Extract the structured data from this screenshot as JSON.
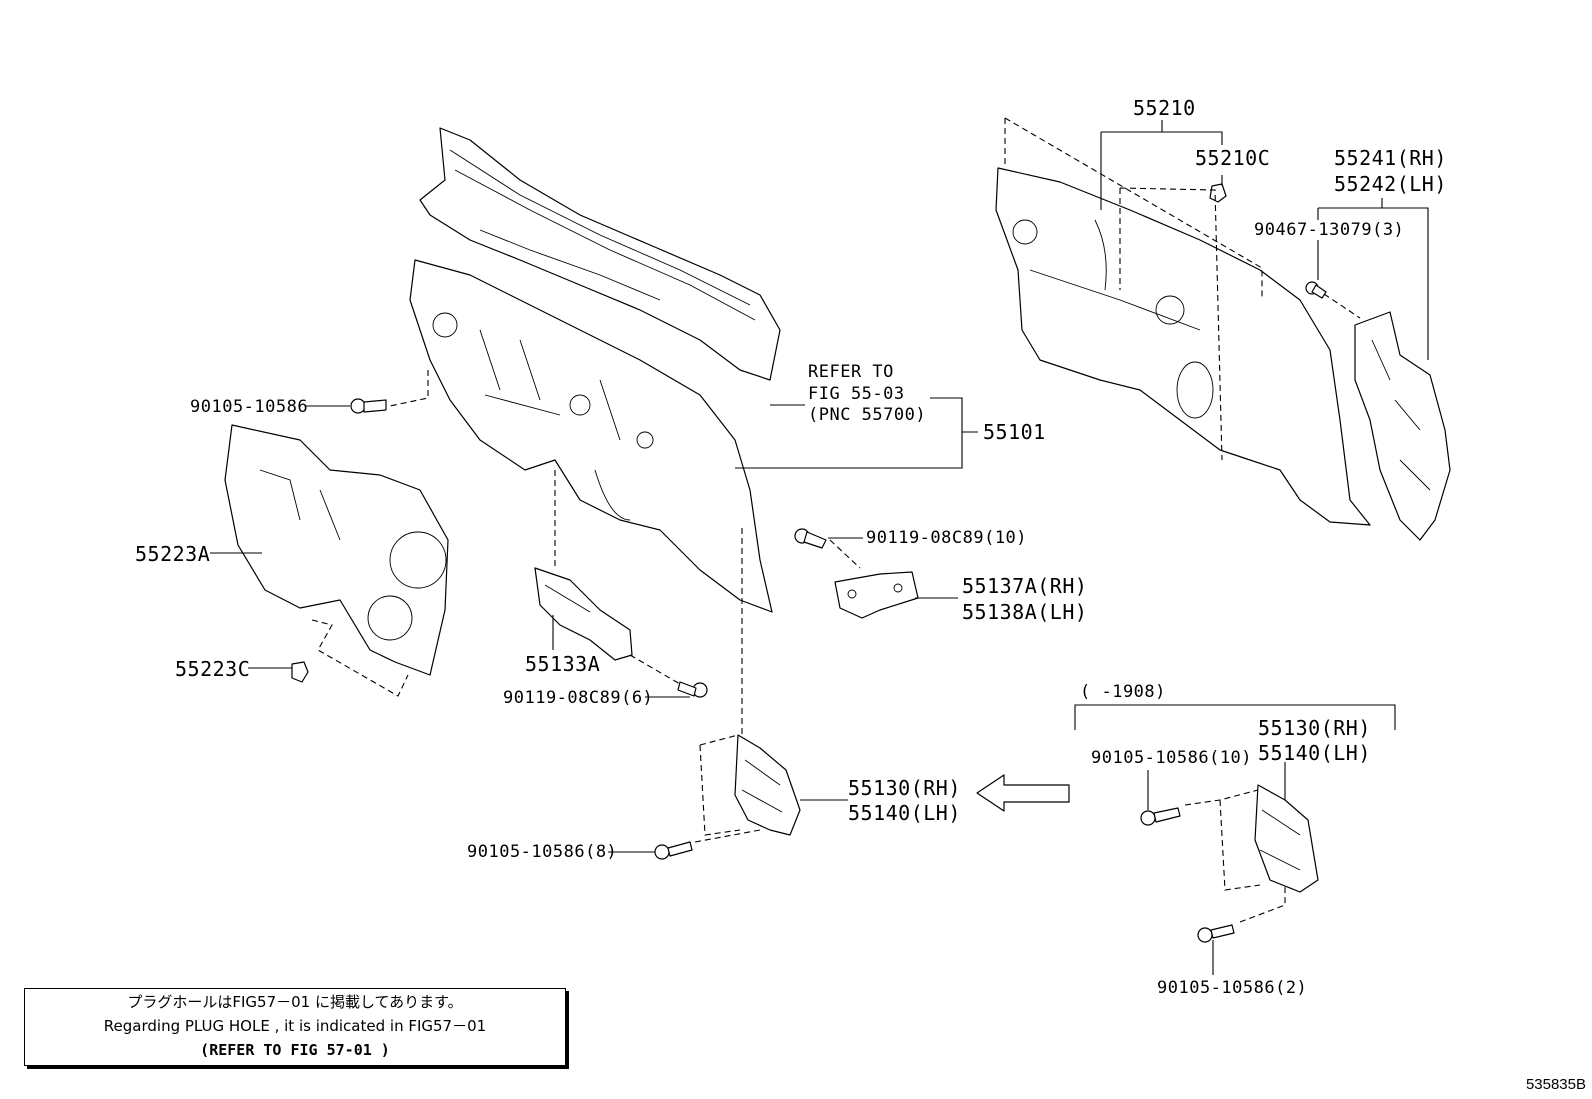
{
  "labels": {
    "p55210": "55210",
    "p55210c": "55210C",
    "p55241": "55241(RH)",
    "p55242": "55242(LH)",
    "p90467": "90467-13079(3)",
    "refer1": "REFER TO",
    "refer2": "FIG 55-03",
    "refer3": "(PNC 55700)",
    "p55101": "55101",
    "p90105_a": "90105-10586",
    "p55223a": "55223A",
    "p55223c": "55223C",
    "p55133a": "55133A",
    "p90119_6": "90119-08C89(6)",
    "p90119_10": "90119-08C89(10)",
    "p55137a": "55137A(RH)",
    "p55138a": "55138A(LH)",
    "p55130_l": "55130(RH)",
    "p55140_l": "55140(LH)",
    "p90105_8": "90105-10586(8)",
    "date_range": "(     -1908)",
    "p55130_r": "55130(RH)",
    "p55140_r": "55140(LH)",
    "p90105_10": "90105-10586(10)",
    "p90105_2": "90105-10586(2)"
  },
  "note": {
    "line1": "プラグホールはFIG57－01 に掲載してあります。",
    "line2": "Regarding  PLUG  HOLE  ,  it  is  indicated  in  FIG57－01",
    "line3": "(REFER TO FIG 57-01  )"
  },
  "illustration_code": "535835B"
}
